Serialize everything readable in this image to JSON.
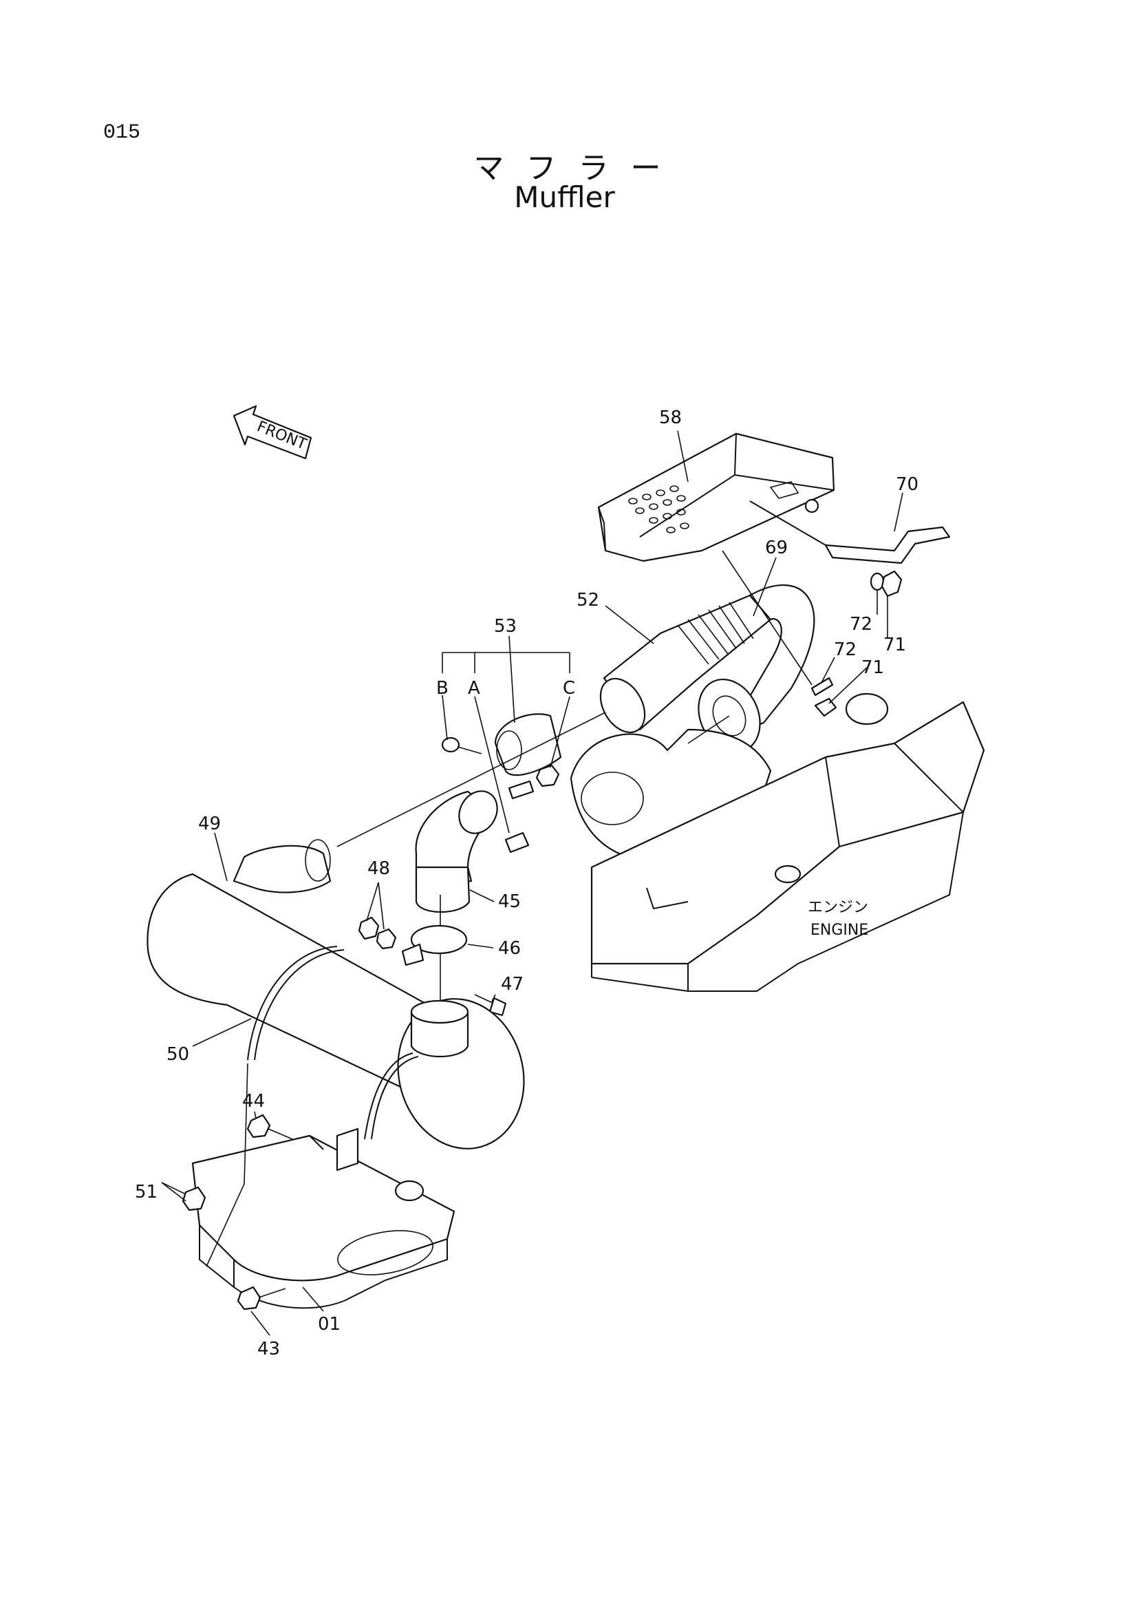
{
  "header": {
    "page_number": "015",
    "title_jp": "マフラー",
    "title_en": "Muffler"
  },
  "diagram": {
    "front_label": "FRONT",
    "engine_label_jp": "エンジン",
    "engine_label_en": "ENGINE",
    "callouts": {
      "p58": "58",
      "p70": "70",
      "p69": "69",
      "p52": "52",
      "p72a": "72",
      "p71a": "71",
      "p72b": "72",
      "p71b": "71",
      "p53": "53",
      "pB": "B",
      "pA": "A",
      "pC": "C",
      "p49": "49",
      "p48": "48",
      "p45": "45",
      "p46": "46",
      "p47": "47",
      "p50": "50",
      "p44": "44",
      "p51": "51",
      "p01": "01",
      "p43": "43"
    }
  }
}
